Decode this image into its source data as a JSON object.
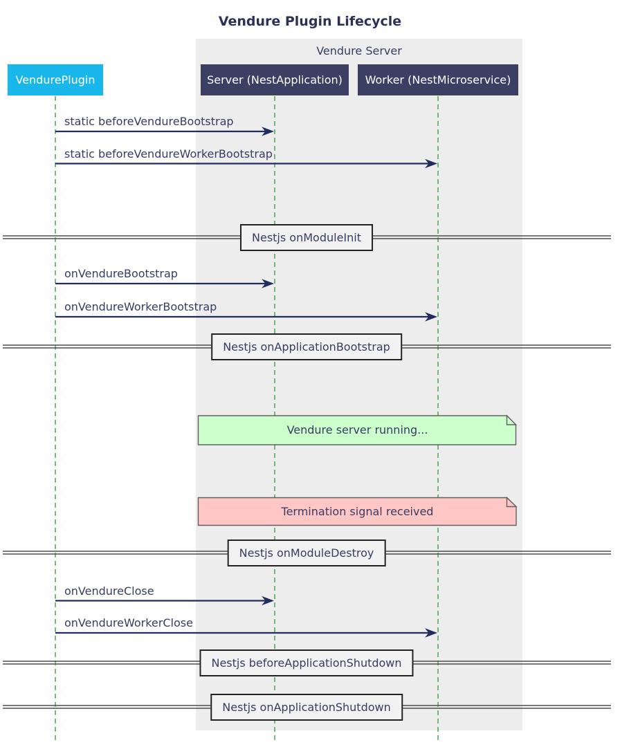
{
  "title": "Vendure Plugin Lifecycle",
  "group": {
    "label": "Vendure Server"
  },
  "participants": [
    {
      "label": "VendurePlugin",
      "color": "#19b6eb"
    },
    {
      "label": "Server (NestApplication)",
      "color": "#3a3f63"
    },
    {
      "label": "Worker (NestMicroservice)",
      "color": "#3a3f63"
    }
  ],
  "messages": [
    {
      "label": "static beforeVendureBootstrap",
      "from": "VendurePlugin",
      "to": "Server (NestApplication)"
    },
    {
      "label": "static beforeVendureWorkerBootstrap",
      "from": "VendurePlugin",
      "to": "Worker (NestMicroservice)"
    },
    {
      "label": "onVendureBootstrap",
      "from": "VendurePlugin",
      "to": "Server (NestApplication)"
    },
    {
      "label": "onVendureWorkerBootstrap",
      "from": "VendurePlugin",
      "to": "Worker (NestMicroservice)"
    },
    {
      "label": "onVendureClose",
      "from": "VendurePlugin",
      "to": "Server (NestApplication)"
    },
    {
      "label": "onVendureWorkerClose",
      "from": "VendurePlugin",
      "to": "Worker (NestMicroservice)"
    }
  ],
  "dividers": [
    {
      "label": "Nestjs onModuleInit"
    },
    {
      "label": "Nestjs onApplicationBootstrap"
    },
    {
      "label": "Nestjs onModuleDestroy"
    },
    {
      "label": "Nestjs beforeApplicationShutdown"
    },
    {
      "label": "Nestjs onApplicationShutdown"
    }
  ],
  "notes": [
    {
      "label": "Vendure server running...",
      "color": "#ccffcc",
      "over": "Server, Worker"
    },
    {
      "label": "Termination signal received",
      "color": "#ffc6c6",
      "over": "Server, Worker"
    }
  ],
  "colors": {
    "arrow": "#202d5c",
    "lifeline": "#3d9e47",
    "group_background": "#ededed",
    "text": "#373c62",
    "title_text": "#2c3158",
    "divider_box_background": "#f2f2f2",
    "divider_box_border": "#222222",
    "note_green": "#ccffcc",
    "note_pink": "#ffc6c6"
  }
}
